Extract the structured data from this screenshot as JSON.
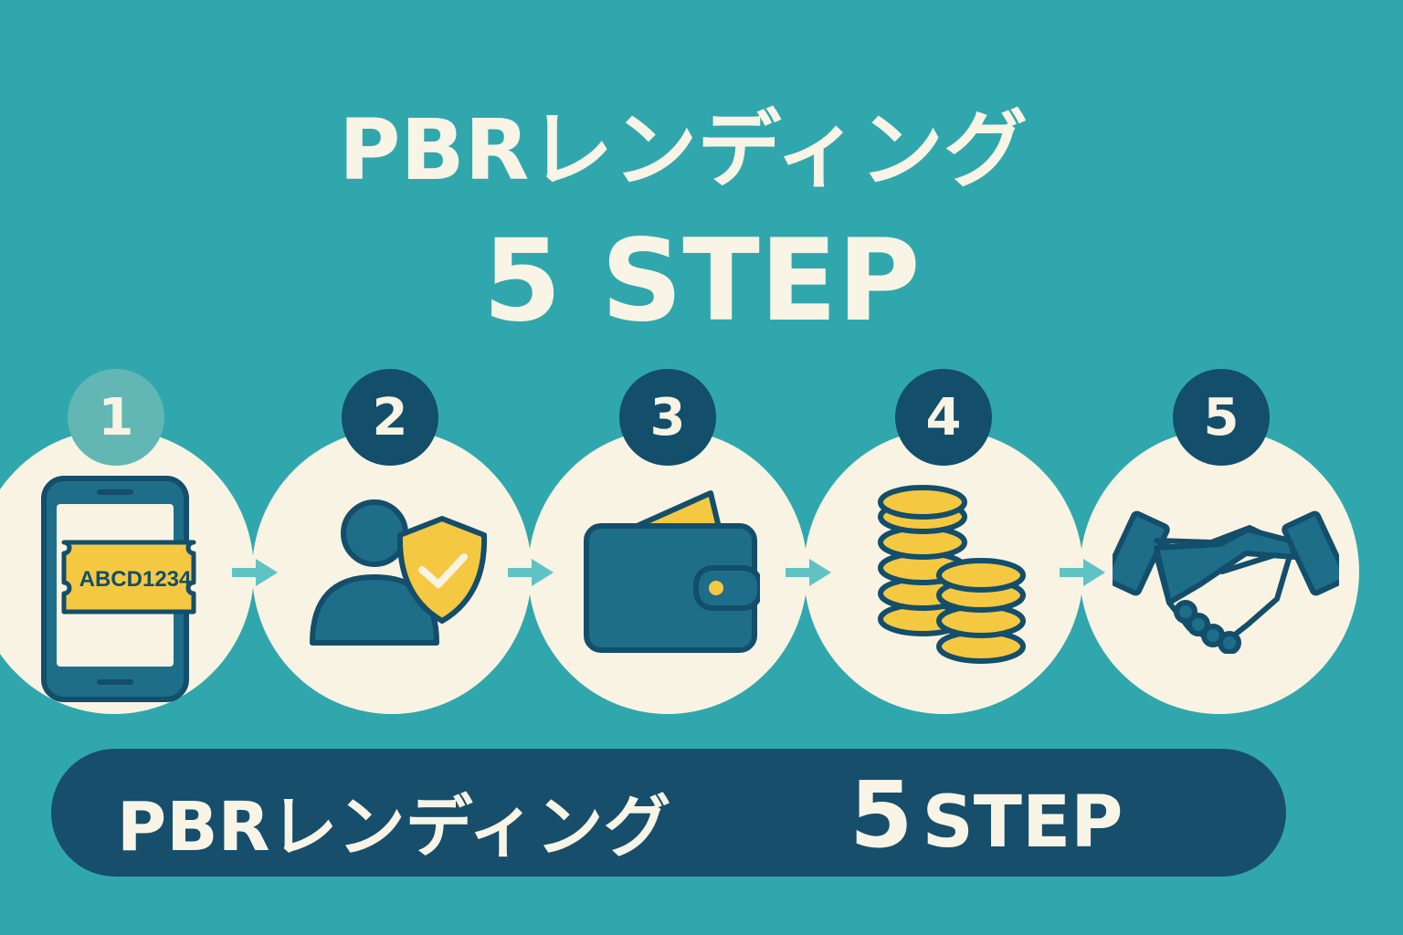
{
  "title": {
    "line1": "PBRレンディング",
    "line2": "5 STEP"
  },
  "steps": [
    {
      "number": "1",
      "icon": "smartphone-code-icon",
      "code": "ABCD1234",
      "active": true
    },
    {
      "number": "2",
      "icon": "user-shield-check-icon",
      "active": false
    },
    {
      "number": "3",
      "icon": "wallet-icon",
      "active": false
    },
    {
      "number": "4",
      "icon": "coin-stacks-icon",
      "active": false
    },
    {
      "number": "5",
      "icon": "handshake-icon",
      "active": false
    }
  ],
  "banner": {
    "left_text": "PBRレンディング",
    "number": "5",
    "right_text": "STEP"
  },
  "colors": {
    "background": "#30a7ad",
    "cream": "#f8f3e3",
    "navy": "#134e6b",
    "blue": "#1e6e8a",
    "yellow": "#f5c842",
    "badge_active": "#62b7b4",
    "arrow": "#5fc3c4"
  }
}
